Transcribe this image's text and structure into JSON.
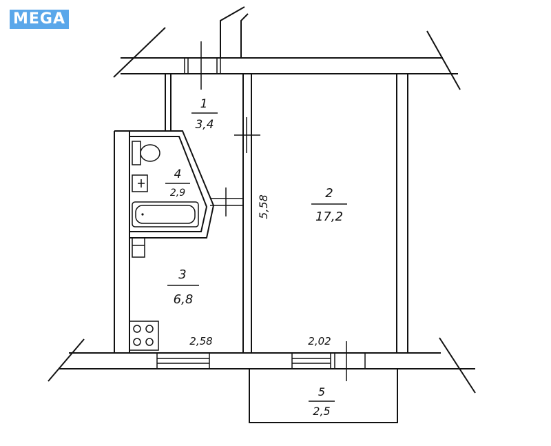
{
  "watermark": {
    "text": "MEGA",
    "color": "#5aa7ea"
  },
  "rooms": [
    {
      "number": "1",
      "area": "3,4"
    },
    {
      "number": "2",
      "area": "17,2"
    },
    {
      "number": "3",
      "area": "6,8"
    },
    {
      "number": "4",
      "area": "2,9"
    },
    {
      "number": "5",
      "area": "2,5"
    }
  ],
  "dimensions": {
    "vertical_length": "5,58",
    "kitchen_width": "2,58",
    "room_width": "2,02"
  },
  "colors": {
    "line": "#111111",
    "background": "#ffffff"
  }
}
